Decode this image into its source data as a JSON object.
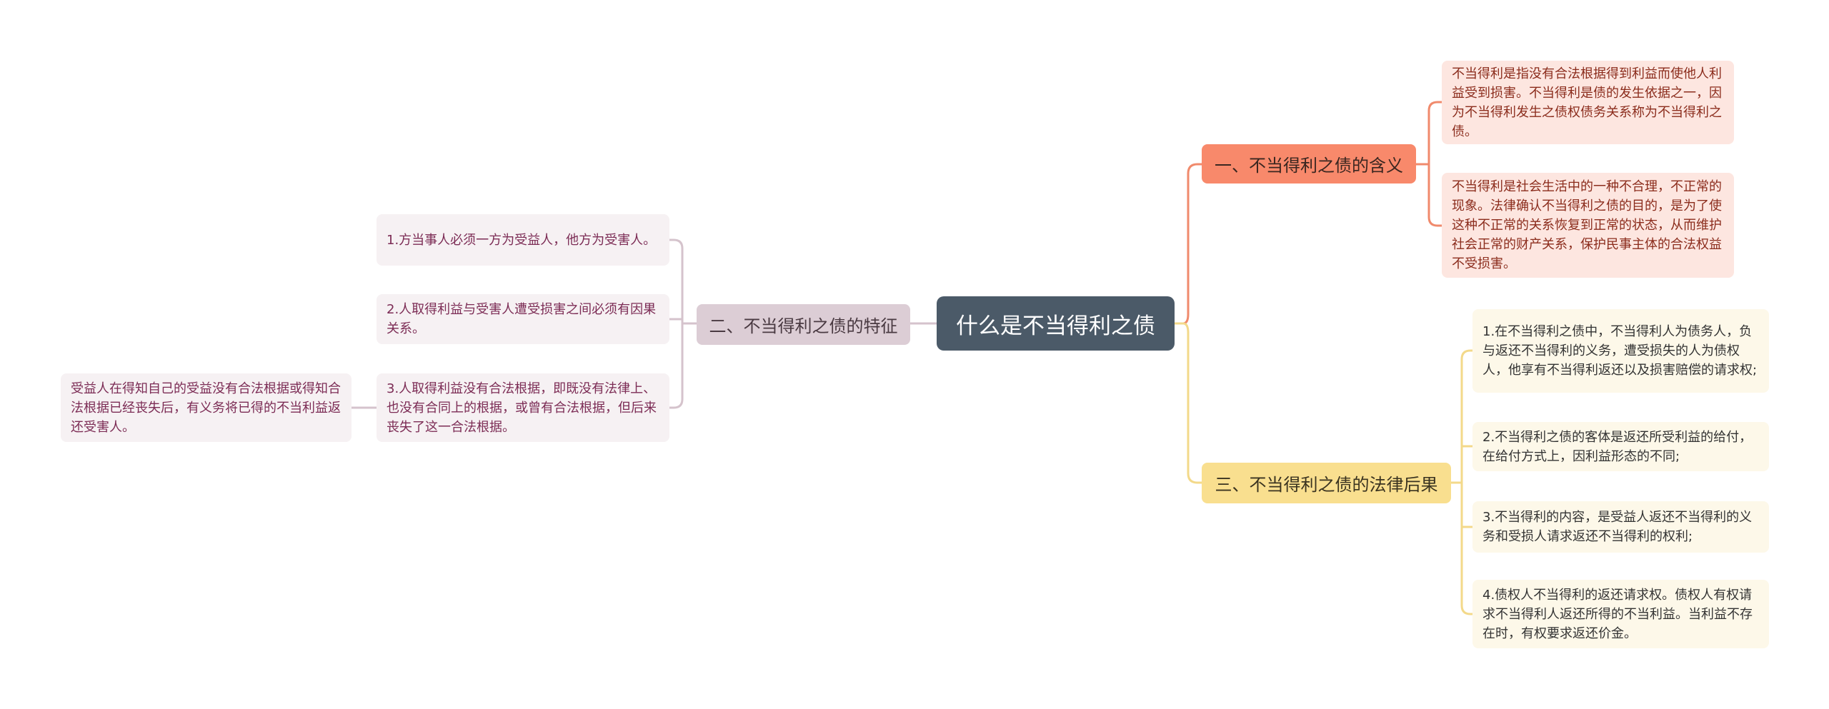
{
  "colors": {
    "orange": "#f8896b",
    "mauve": "#dccdd5",
    "yellow": "#f9df8f",
    "root": "#4b5a68"
  },
  "root": {
    "label": "什么是不当得利之债"
  },
  "branch1": {
    "label": "一、不当得利之债的含义",
    "leaves": [
      "不当得利是指没有合法根据得到利益而使他人利益受到损害。不当得利是债的发生依据之一，因为不当得利发生之债权债务关系称为不当得利之债。",
      "不当得利是社会生活中的一种不合理，不正常的现象。法律确认不当得利之债的目的，是为了使这种不正常的关系恢复到正常的状态，从而维护社会正常的财产关系，保护民事主体的合法权益不受损害。"
    ]
  },
  "branch2": {
    "label": "二、不当得利之债的特征",
    "leaves": [
      "1.方当事人必须一方为受益人，他方为受害人。",
      "2.人取得利益与受害人遭受损害之间必须有因果关系。",
      "3.人取得利益没有合法根据，即既没有法律上、也没有合同上的根据，或曾有合法根据，但后来丧失了这一合法根据。"
    ],
    "sub_leaf": "受益人在得知自己的受益没有合法根据或得知合法根据已经丧失后，有义务将已得的不当利益返还受害人。"
  },
  "branch3": {
    "label": "三、不当得利之债的法律后果",
    "leaves": [
      "1.在不当得利之债中，不当得利人为债务人，负与返还不当得利的义务，遭受损失的人为债权人，他享有不当得利返还以及损害赔偿的请求权;",
      "2.不当得利之债的客体是返还所受利益的给付，在给付方式上，因利益形态的不同;",
      "3.不当得利的内容，是受益人返还不当得利的义务和受损人请求返还不当得利的权利;",
      "4.债权人不当得利的返还请求权。债权人有权请求不当得利人返还所得的不当利益。当利益不存在时，有权要求返还价金。"
    ]
  }
}
